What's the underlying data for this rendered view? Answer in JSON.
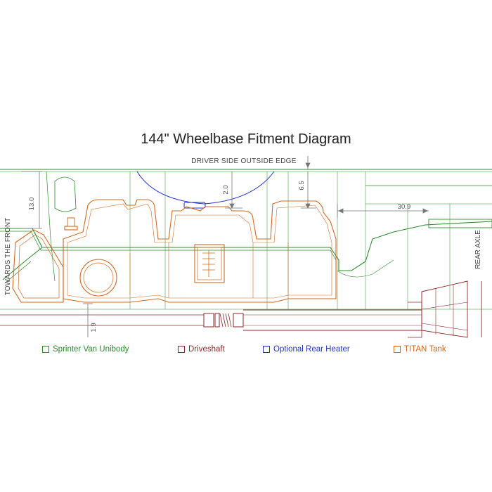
{
  "title": "144\" Wheelbase Fitment Diagram",
  "labels": {
    "driver_side": "DRIVER SIDE OUTSIDE EDGE",
    "towards_front": "TOWARDS THE FRONT",
    "rear_axle": "REAR AXLE"
  },
  "dimensions": {
    "d13": "13.0",
    "d20": "2.0",
    "d65": "6.5",
    "d309": "30.9",
    "d19": "1.9"
  },
  "legend": [
    {
      "label": "Sprinter Van Unibody",
      "color": "#2e8b2e"
    },
    {
      "label": "Driveshaft",
      "color": "#8b2a2a"
    },
    {
      "label": "Optional Rear Heater",
      "color": "#2233cc"
    },
    {
      "label": "TITAN Tank",
      "color": "#d2691e"
    }
  ],
  "colors": {
    "unibody": "#2e8b2e",
    "driveshaft": "#8b2a2a",
    "heater": "#2233cc",
    "tank": "#d2691e",
    "dimension": "#777777"
  }
}
